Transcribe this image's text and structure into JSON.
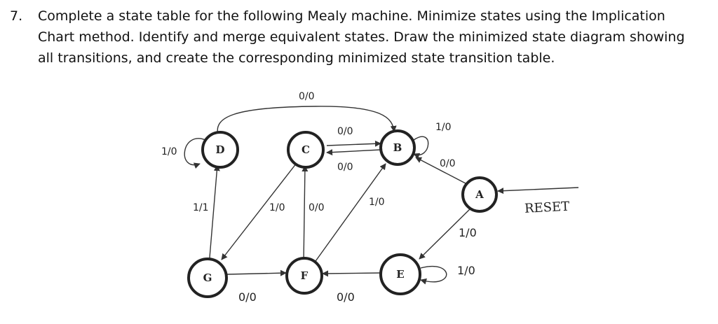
{
  "question": {
    "number": "7.",
    "lines": [
      "Complete a state table for the following Mealy machine. Minimize states using the Implication",
      "Chart method. Identify and merge equivalent states. Draw the minimized state diagram showing",
      "all transitions, and create the corresponding minimized state transition table."
    ]
  },
  "diagram": {
    "states": [
      "A",
      "B",
      "C",
      "D",
      "E",
      "F",
      "G"
    ],
    "reset_label": "RESET",
    "transitions": [
      {
        "from": "D",
        "to": "D",
        "label": "1/0"
      },
      {
        "from": "D",
        "to": "B",
        "label": "0/0"
      },
      {
        "from": "C",
        "to": "B",
        "label": "0/0"
      },
      {
        "from": "B",
        "to": "C",
        "label": "0/0"
      },
      {
        "from": "B",
        "to": "B",
        "label": "1/0"
      },
      {
        "from": "A",
        "to": "B",
        "label": "0/0"
      },
      {
        "from": "G",
        "to": "D",
        "label": "1/1"
      },
      {
        "from": "C",
        "to": "G",
        "label": "1/0"
      },
      {
        "from": "F",
        "to": "C",
        "label": "0/0"
      },
      {
        "from": "F",
        "to": "B",
        "label": "1/0"
      },
      {
        "from": "A",
        "to": "E",
        "label": "1/0"
      },
      {
        "from": "E",
        "to": "E",
        "label": "1/0"
      },
      {
        "from": "G",
        "to": "F",
        "label": "0/0"
      },
      {
        "from": "E",
        "to": "F",
        "label": "0/0"
      }
    ]
  }
}
